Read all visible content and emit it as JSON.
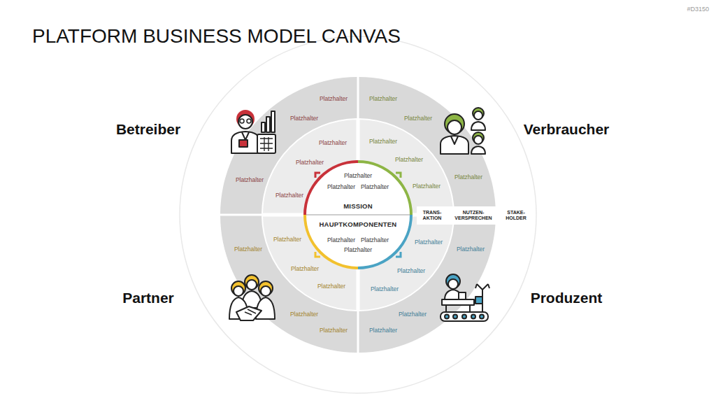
{
  "diagram": {
    "title": "PLATFORM BUSINESS MODEL CANVAS",
    "nodes": [
      {
        "text": [
          "Betreiber",
          "Platzhalter",
          "Platzhalter",
          "Platzhalter"
        ]
      },
      {
        "text": [
          "Platzhalter",
          "Platzhalter",
          "Platzhalter"
        ],
        "in": 0
      },
      {
        "text": [
          "Verbraucher",
          "Platzhalter",
          "Platzhalter",
          "Platzhalter"
        ]
      },
      {
        "text": [
          "Platzhalter",
          "Platzhalter",
          "Platzhalter"
        ],
        "in": 2
      },
      {
        "text": [
          "Partner",
          "Platzhalter",
          "Platzhalter",
          "Platzhalter"
        ]
      },
      {
        "text": [
          "Platzhalter",
          "Platzhalter",
          "Platzhalter"
        ],
        "in": 4
      },
      {
        "text": [
          "Produzent",
          "Platzhalter",
          "Platzhalter",
          "Platzhalter"
        ]
      },
      {
        "text": [
          "Platzhalter",
          "Platzhalter",
          "Platzhalter"
        ],
        "in": 6
      },
      {
        "text": [
          "Platzhalter",
          "Platzhalter",
          "Platzhalter",
          "MISSION",
          "HAUPTKOMPONENTEN",
          "Platzhalter",
          "Platzhalter",
          "Platzhalter"
        ]
      },
      {
        "text": [
          "TRANS- AKTION",
          "NUTZEN- VERSPRECHEN",
          "STAKE- HOLDER"
        ]
      }
    ],
    "labels": [
      "#D3150"
    ]
  }
}
